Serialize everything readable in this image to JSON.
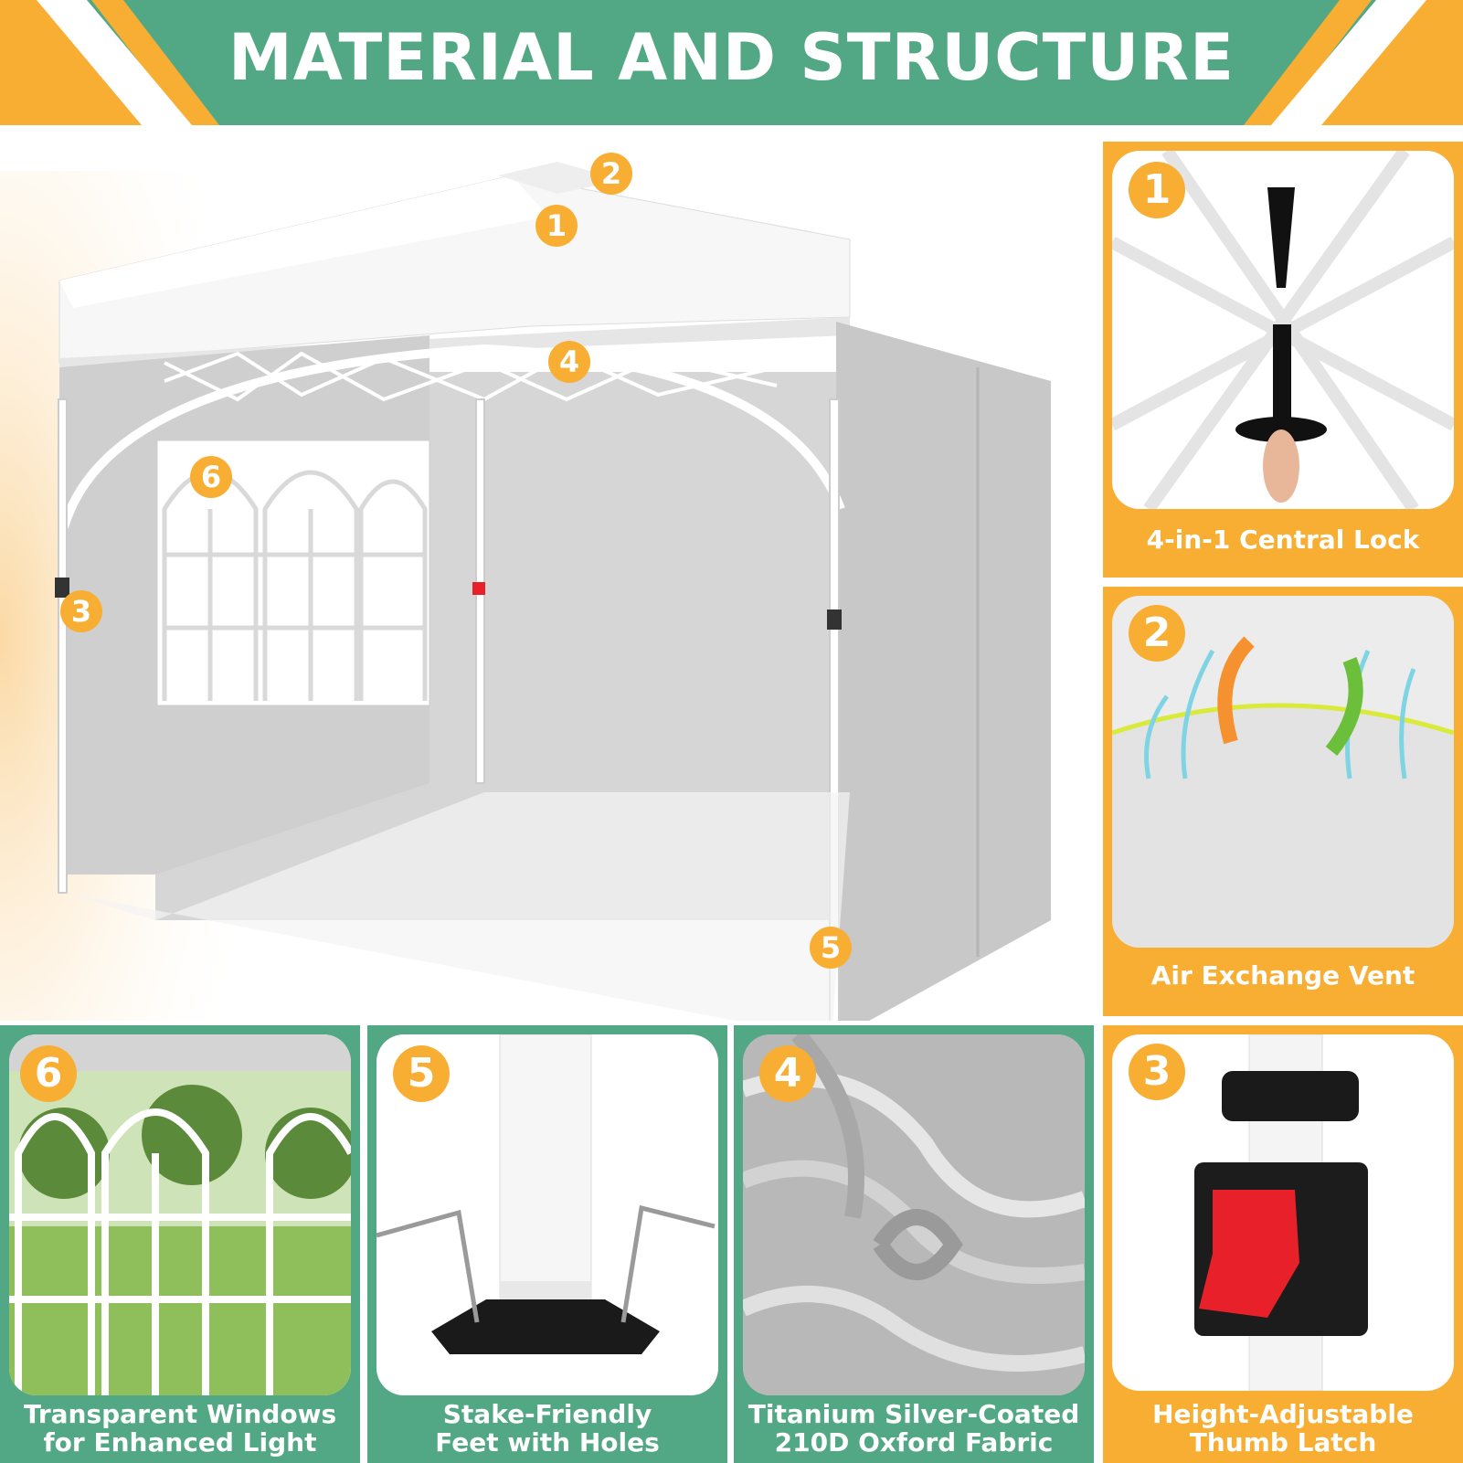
{
  "header": {
    "title": "MATERIAL AND STRUCTURE"
  },
  "hero": {
    "markers": [
      "1",
      "2",
      "3",
      "4",
      "5",
      "6"
    ]
  },
  "panels": {
    "central_lock": {
      "number": "1",
      "caption": "4-in-1 Central Lock"
    },
    "air_vent": {
      "number": "2",
      "caption": "Air Exchange Vent"
    },
    "thumb_latch": {
      "number": "3",
      "caption_line1": "Height-Adjustable",
      "caption_line2": "Thumb Latch"
    },
    "fabric": {
      "number": "4",
      "caption_line1": "Titanium Silver-Coated",
      "caption_line2": "210D Oxford Fabric"
    },
    "feet": {
      "number": "5",
      "caption_line1": "Stake-Friendly",
      "caption_line2": "Feet with Holes"
    },
    "windows": {
      "number": "6",
      "caption_line1": "Transparent Windows",
      "caption_line2": "for Enhanced Light"
    }
  },
  "colors": {
    "green": "#52a784",
    "orange": "#f8ae33",
    "white": "#ffffff",
    "latch_red": "#e8202a"
  }
}
